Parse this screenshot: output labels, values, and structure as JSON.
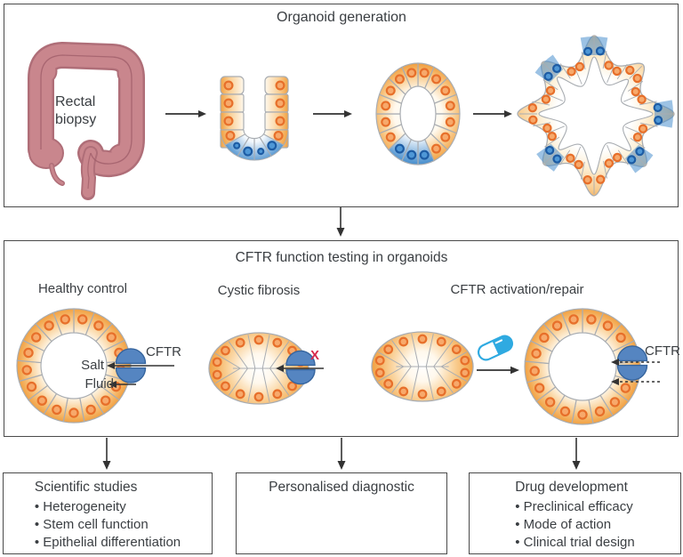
{
  "panels": {
    "top": {
      "title": "Organoid generation",
      "biopsy_label": "Rectal biopsy"
    },
    "middle": {
      "title": "CFTR function testing in organoids",
      "healthy": {
        "label": "Healthy control",
        "cftr_label": "CFTR",
        "salt_label": "Salt",
        "fluid_label": "Fluid"
      },
      "cf": {
        "label": "Cystic fibrosis",
        "blocked_mark": "X"
      },
      "repair": {
        "label": "CFTR activation/repair",
        "cftr_label": "CFTR"
      }
    }
  },
  "footer": {
    "boxes": [
      {
        "title": "Scientific studies",
        "items": [
          "Heterogeneity",
          "Stem cell function",
          "Epithelial differentiation"
        ]
      },
      {
        "title": "Personalised diagnostic",
        "items": []
      },
      {
        "title": "Drug development",
        "items": [
          "Preclinical efficacy",
          "Mode of action",
          "Clinical trial design"
        ]
      }
    ]
  },
  "colors": {
    "background": "#FFFFFF",
    "panel_border": "#4A4A4A",
    "text": "#3A3E42",
    "arrow": "#333333",
    "cell_edge": "#A9ADB2",
    "cell_orange": "#F1A041",
    "cell_mid": "#F9CE92",
    "nucleus_ring": "#E76F2A",
    "nucleus_fill": "#F7A96B",
    "blue_cell": "#4A90CE",
    "blue_nucleus_ring": "#1D5CA4",
    "blue_nucleus_fill": "#4E97D6",
    "channel_fill": "#5585C1",
    "channel_edge": "#36659E",
    "pill_blue": "#2FAAE1",
    "colon_fill": "#C9868D",
    "colon_edge": "#AF6E78",
    "colon_line": "#A2606C",
    "x_red": "#D6294B"
  }
}
